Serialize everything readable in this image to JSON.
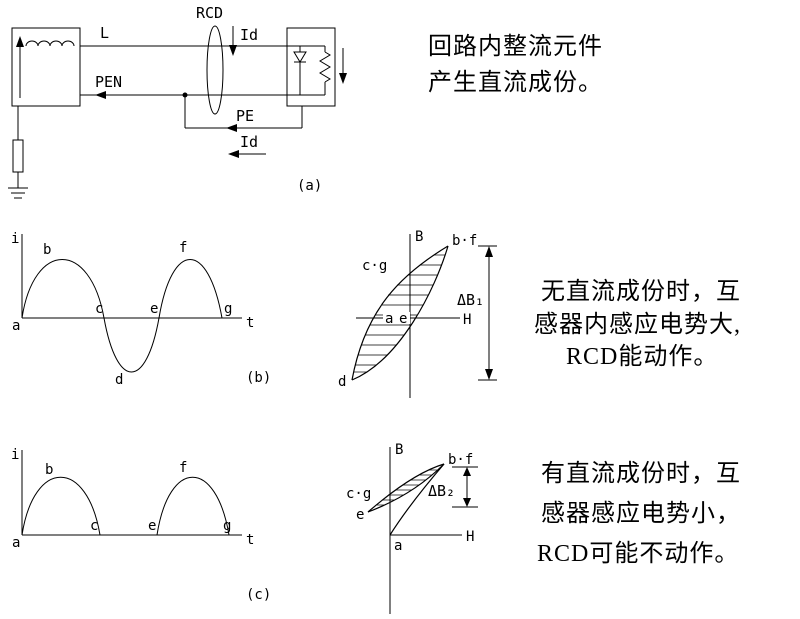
{
  "circuit": {
    "label_L": "L",
    "label_RCD": "RCD",
    "label_Id_top": "Id",
    "label_PEN": "PEN",
    "label_PE": "PE",
    "label_Id_pe": "Id",
    "caption": "(a)"
  },
  "note_a": {
    "line1": "回路内整流元件",
    "line2": "产生直流成份。"
  },
  "wave_b": {
    "y_axis": "i",
    "x_axis": "t",
    "pt_a": "a",
    "pt_b": "b",
    "pt_c": "c",
    "pt_d": "d",
    "pt_e": "e",
    "pt_f": "f",
    "pt_g": "g",
    "caption": "(b)"
  },
  "hys_b": {
    "b_axis": "B",
    "h_axis": "H",
    "label_bf": "b·f",
    "label_cg": "c·g",
    "label_a": "a",
    "label_e": "e",
    "label_d": "d",
    "delta": "ΔB₁"
  },
  "note_b": {
    "line1": "无直流成份时，互",
    "line2": "感器内感应电势大,",
    "line3": "RCD能动作。"
  },
  "wave_c": {
    "y_axis": "i",
    "x_axis": "t",
    "pt_a": "a",
    "pt_b": "b",
    "pt_c": "c",
    "pt_e": "e",
    "pt_f": "f",
    "pt_g": "g",
    "caption": "(c)"
  },
  "hys_c": {
    "b_axis": "B",
    "h_axis": "H",
    "label_bf": "b·f",
    "label_cg": "c·g",
    "label_a": "a",
    "label_e": "e",
    "delta": "ΔB₂"
  },
  "note_c": {
    "line1": "有直流成份时，互",
    "line2": "感器感应电势小，",
    "line3": "RCD可能不动作。"
  }
}
